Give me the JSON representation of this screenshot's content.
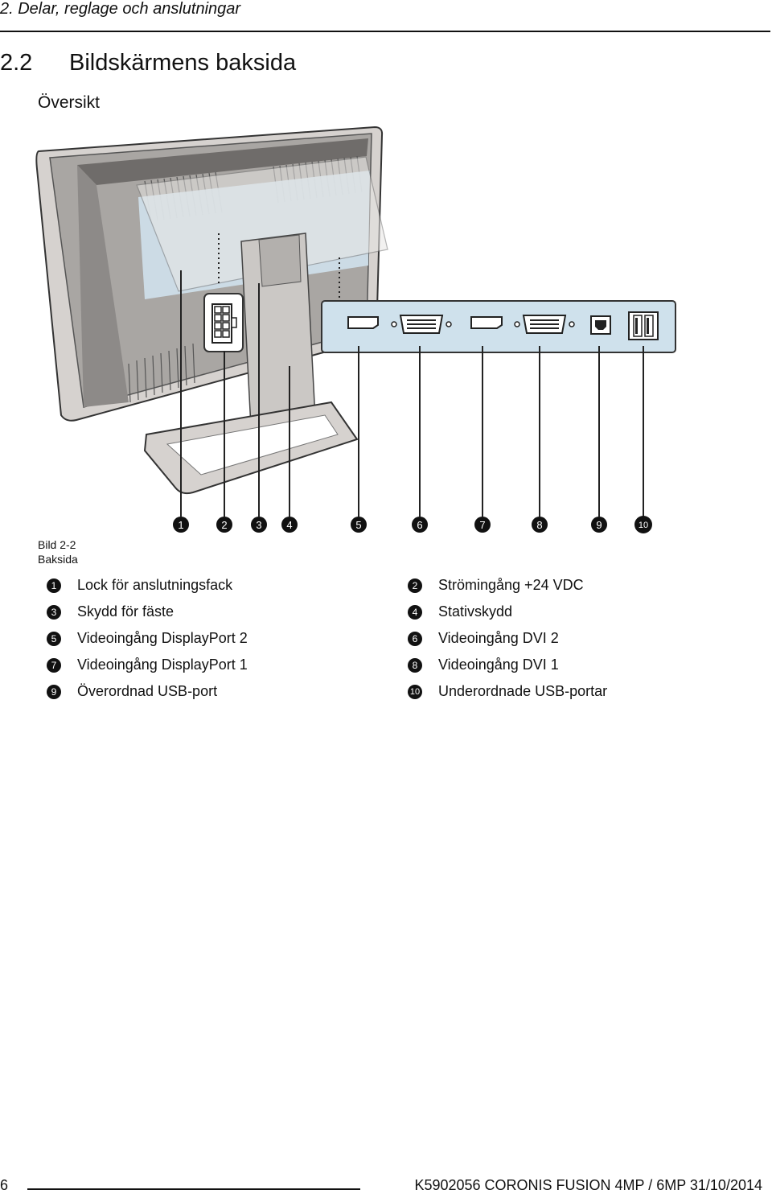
{
  "header": {
    "running_title": "2. Delar, reglage och anslutningar"
  },
  "section": {
    "number": "2.2",
    "title": "Bildskärmens baksida",
    "subtitle": "Översikt"
  },
  "figure": {
    "caption_line1": "Bild 2-2",
    "caption_line2": "Baksida",
    "callouts": [
      "1",
      "2",
      "3",
      "4",
      "5",
      "6",
      "7",
      "8",
      "9",
      "10"
    ]
  },
  "legend": [
    {
      "num": "1",
      "label": "Lock för anslutningsfack"
    },
    {
      "num": "2",
      "label": "Strömingång +24 VDC"
    },
    {
      "num": "3",
      "label": "Skydd för fäste"
    },
    {
      "num": "4",
      "label": "Stativskydd"
    },
    {
      "num": "5",
      "label": "Videoingång DisplayPort 2"
    },
    {
      "num": "6",
      "label": "Videoingång DVI 2"
    },
    {
      "num": "7",
      "label": "Videoingång DisplayPort 1"
    },
    {
      "num": "8",
      "label": "Videoingång DVI 1"
    },
    {
      "num": "9",
      "label": "Överordnad USB-port"
    },
    {
      "num": "10",
      "label": "Underordnade USB-portar"
    }
  ],
  "footer": {
    "page_number": "6",
    "document": "K5902056   CORONIS FUSION 4MP / 6MP  31/10/2014"
  },
  "colors": {
    "bezel": "#d6d2cf",
    "panel": "#a9a6a3",
    "connector_panel": "#cfe1ec",
    "shadow": "#6f6c6a",
    "badge": "#111111"
  }
}
